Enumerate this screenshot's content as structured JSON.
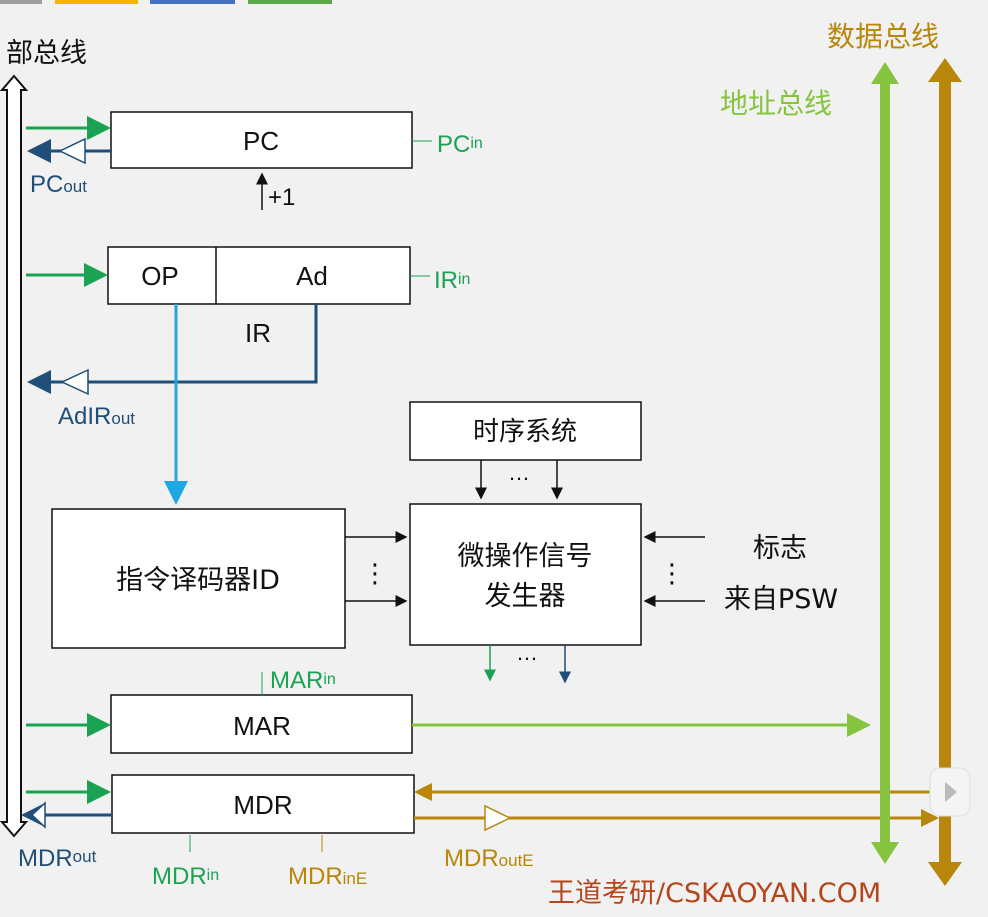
{
  "top_tabs": {
    "colors": [
      "#9e9e9e",
      "#f5b400",
      "#4472c4",
      "#5aa847"
    ]
  },
  "internal_bus": {
    "label": "部总线"
  },
  "address_bus": {
    "label": "地址总线",
    "color": "#86c440"
  },
  "data_bus": {
    "label": "数据总线",
    "color": "#b8860b"
  },
  "pc": {
    "label": "PC",
    "in_main": "PC",
    "in_sub": "in",
    "out_main": "PC",
    "out_sub": "out",
    "increment": "+1"
  },
  "ir": {
    "op": "OP",
    "ad": "Ad",
    "label": "IR",
    "in_main": "IR",
    "in_sub": "in",
    "out_main": "AdIR",
    "out_sub": "out"
  },
  "timing": {
    "label": "时序系统",
    "dots": "…"
  },
  "decoder": {
    "label": "指令译码器ID",
    "dots": "⋮"
  },
  "micro_op": {
    "line1": "微操作信号",
    "line2": "发生器",
    "dots": "⋮",
    "bottom_dots": "…"
  },
  "flags": {
    "line1": "标志",
    "line2": "来自PSW"
  },
  "mar": {
    "label": "MAR",
    "in_main": "MAR",
    "in_sub": "in"
  },
  "mdr": {
    "label": "MDR",
    "out_main": "MDR",
    "out_sub": "out",
    "in_main": "MDR",
    "in_sub": "in",
    "ine_main": "MDR",
    "ine_sub": "inE",
    "oute_main": "MDR",
    "oute_sub": "outE"
  },
  "colors": {
    "green": "#1aa353",
    "navy": "#1f4e79",
    "cyan": "#1ea7e1",
    "gold": "#b8860b"
  },
  "watermark": "王道考研/CSKAOYAN.COM"
}
